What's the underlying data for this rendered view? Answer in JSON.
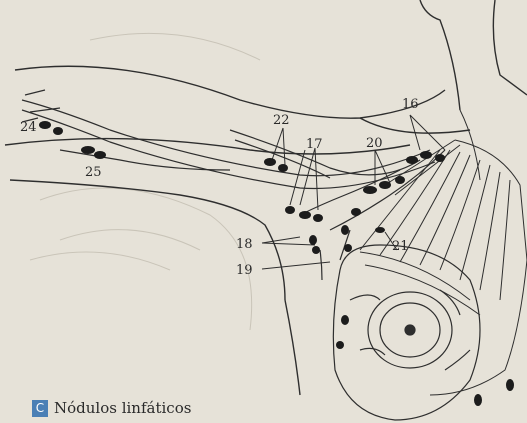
{
  "caption": {
    "letter": "C",
    "title": "Nódulos linfáticos"
  },
  "labels": [
    {
      "id": "16",
      "text": "16"
    },
    {
      "id": "17",
      "text": "17"
    },
    {
      "id": "18",
      "text": "18"
    },
    {
      "id": "19",
      "text": "19"
    },
    {
      "id": "20",
      "text": "20"
    },
    {
      "id": "21",
      "text": "21"
    },
    {
      "id": "22",
      "text": "22"
    },
    {
      "id": "24",
      "text": "24"
    },
    {
      "id": "25",
      "text": "25"
    }
  ],
  "colors": {
    "background": "#e6e2d8",
    "line": "#2e2e2e",
    "node": "#1c1c1c",
    "badge": "#4a7fb5"
  }
}
